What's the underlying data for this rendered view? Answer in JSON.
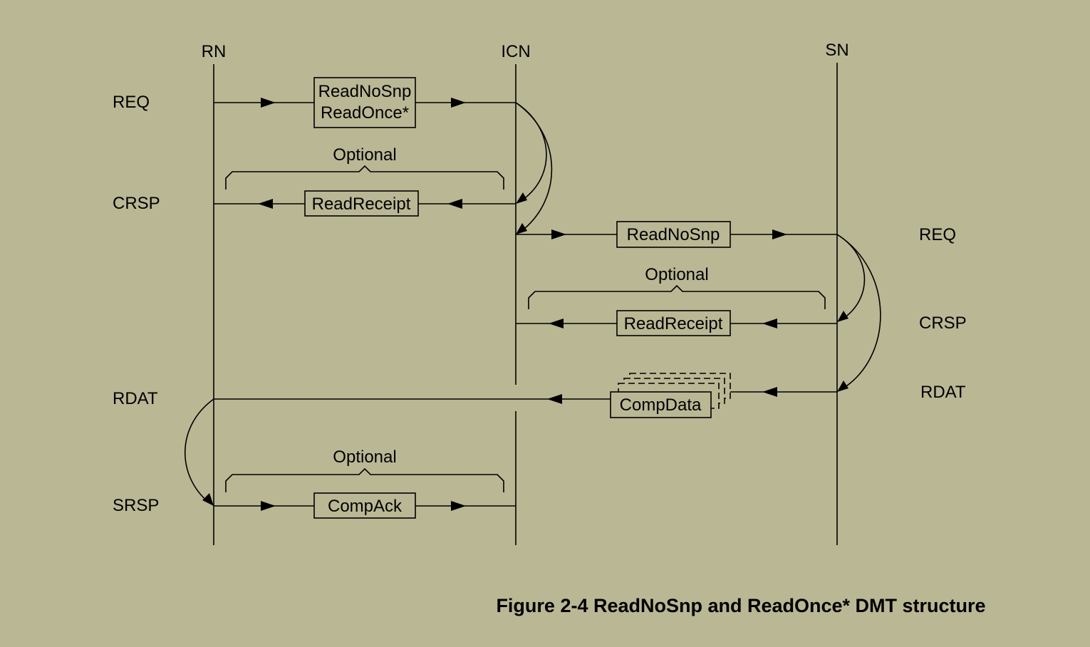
{
  "nodes": {
    "rn": "RN",
    "icn": "ICN",
    "sn": "SN"
  },
  "channels_left": {
    "req": "REQ",
    "crsp": "CRSP",
    "rdat": "RDAT",
    "srsp": "SRSP"
  },
  "channels_right": {
    "req": "REQ",
    "crsp": "CRSP",
    "rdat": "RDAT"
  },
  "messages": {
    "req_line1": "ReadNoSnp",
    "req_line2": "ReadOnce*",
    "rn_read_receipt": "ReadReceipt",
    "sn_req": "ReadNoSnp",
    "sn_read_receipt": "ReadReceipt",
    "comp_data": "CompData",
    "comp_ack": "CompAck"
  },
  "optional_labels": {
    "first": "Optional",
    "second": "Optional",
    "third": "Optional"
  },
  "caption": "Figure 2-4 ReadNoSnp and ReadOnce* DMT structure"
}
